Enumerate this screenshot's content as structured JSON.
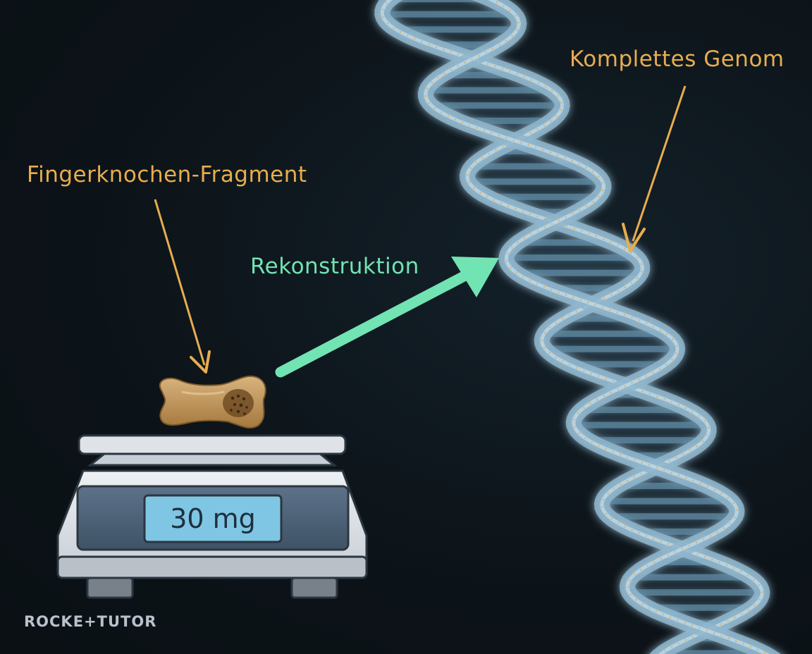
{
  "labels": {
    "genome": "Komplettes Genom",
    "bone": "Fingerknochen-Fragment",
    "reconstruction": "Rekonstruktion"
  },
  "scale": {
    "display": "30 mg"
  },
  "logo": {
    "text": "ROCKE+TUTOR"
  },
  "colors": {
    "background": "#0d1419",
    "annotation_orange": "#e8ad4f",
    "arrow_green": "#72e3b3",
    "dna_blue": "#8fb6cc",
    "scale_display": "#7ec6e4"
  },
  "icons": [
    "finger-bone-icon",
    "digital-scale-icon",
    "dna-double-helix-icon",
    "arrow-icon"
  ]
}
